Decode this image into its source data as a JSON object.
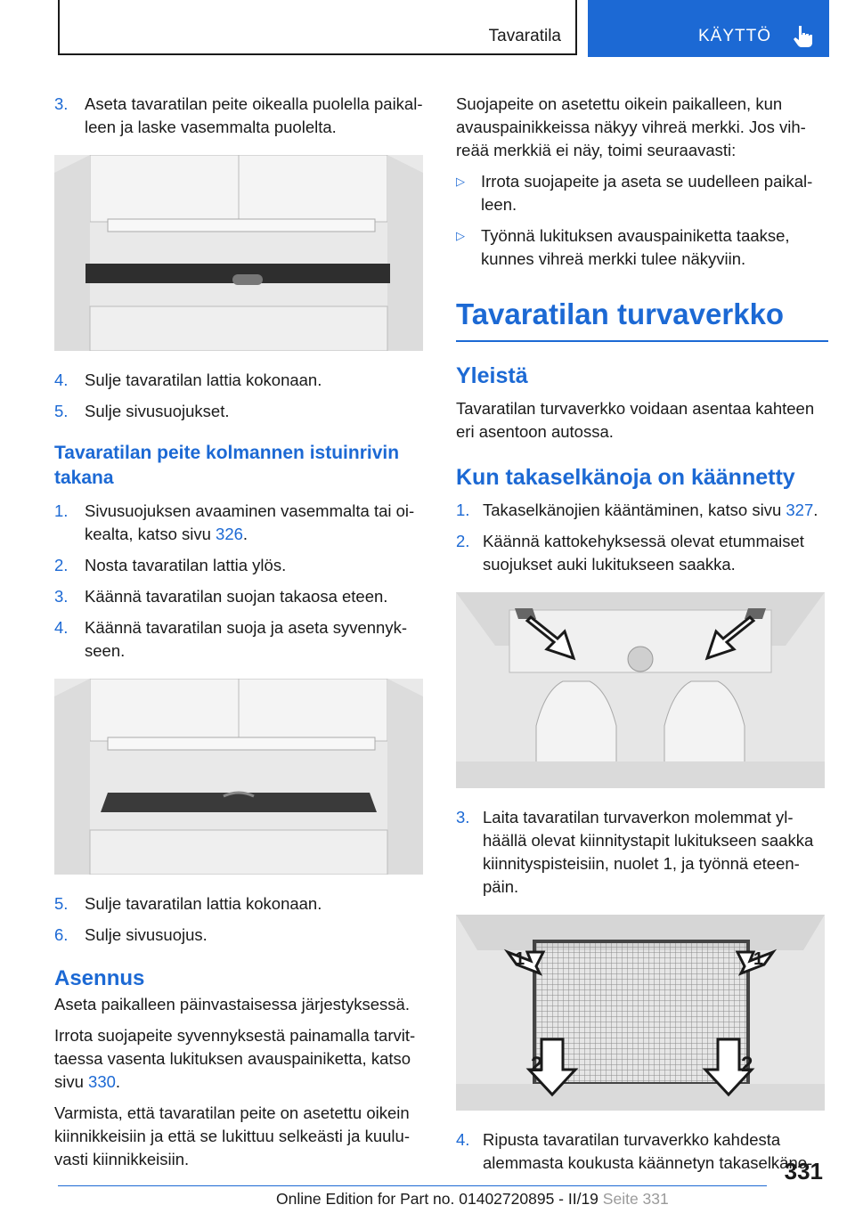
{
  "header": {
    "section": "Tavaratila",
    "chapter": "KÄYTTÖ",
    "icon": "hand-pointer-icon",
    "accent_color": "#1c69d4"
  },
  "left": {
    "steps_a": [
      {
        "num": "3.",
        "text": "Aseta tavaratilan peite oikealla puolella paikal­leen ja laske vasemmalta puolelta."
      }
    ],
    "steps_b": [
      {
        "num": "4.",
        "text": "Sulje tavaratilan lattia kokonaan."
      },
      {
        "num": "5.",
        "text": "Sulje sivusuojukset."
      }
    ],
    "heading1": "Tavaratilan peite kolmannen istuinrivin takana",
    "steps_c": [
      {
        "num": "1.",
        "pre": "Sivusuojuksen avaaminen vasemmalta tai oi­kealta, katso sivu ",
        "link": "326",
        "post": "."
      },
      {
        "num": "2.",
        "text": "Nosta tavaratilan lattia ylös."
      },
      {
        "num": "3.",
        "text": "Käännä tavaratilan suojan takaosa eteen."
      },
      {
        "num": "4.",
        "text": "Käännä tavaratilan suoja ja aseta syvennyk­seen."
      }
    ],
    "steps_d": [
      {
        "num": "5.",
        "text": "Sulje tavaratilan lattia kokonaan."
      },
      {
        "num": "6.",
        "text": "Sulje sivusuojus."
      }
    ],
    "heading2": "Asennus",
    "para1": "Aseta paikalleen päinvastaisessa järjestyksessä.",
    "para2_pre": "Irrota suojapeite syvennyksestä painamalla tarvit­taessa vasenta lukituksen avauspainiketta, katso sivu ",
    "para2_link": "330",
    "para2_post": ".",
    "para3": "Varmista, että tavaratilan peite on asetettu oikein kiinnikkeisiin ja että se lukittuu selkeästi ja kuulu­vasti kiinnikkeisiin."
  },
  "right": {
    "intro": "Suojapeite on asetettu oikein paikalleen, kun avauspainikkeissa näkyy vihreä merkki. Jos vih­reää merkkiä ei näy, toimi seuraavasti:",
    "bullets": [
      "Irrota suojapeite ja aseta se uudelleen paikal­leen.",
      "Työnnä lukituksen avauspainiketta taakse, kunnes vihreä merkki tulee näkyviin."
    ],
    "title": "Tavaratilan turvaverkko",
    "heading_general": "Yleistä",
    "general_text": "Tavaratilan turvaverkko voidaan asentaa kahteen eri asentoon autossa.",
    "heading_folded": "Kun takaselkänoja on käännetty",
    "steps_a": [
      {
        "num": "1.",
        "pre": "Takaselkänojien kääntäminen, katso sivu ",
        "link": "327",
        "post": "."
      },
      {
        "num": "2.",
        "text": "Käännä kattokehyksessä olevat etummaiset suojukset auki lukitukseen saakka."
      }
    ],
    "steps_b": [
      {
        "num": "3.",
        "text": "Laita tavaratilan turvaverkon molemmat yl­häällä olevat kiinnitystapit lukitukseen saakka kiinnityspisteisiin, nuolet 1, ja työnnä eteen­päin."
      }
    ],
    "steps_c": [
      {
        "num": "4.",
        "text": "Ripusta tavaratilan turvaverkko kahdesta alemmasta koukusta käännetyn takaselkäno-"
      }
    ],
    "callouts": [
      "1",
      "1",
      "2",
      "2"
    ]
  },
  "footer": {
    "page_number": "331",
    "edition_text": "Online Edition for Part no. 01402720895 - II/19",
    "watermark": "Seite 331"
  }
}
